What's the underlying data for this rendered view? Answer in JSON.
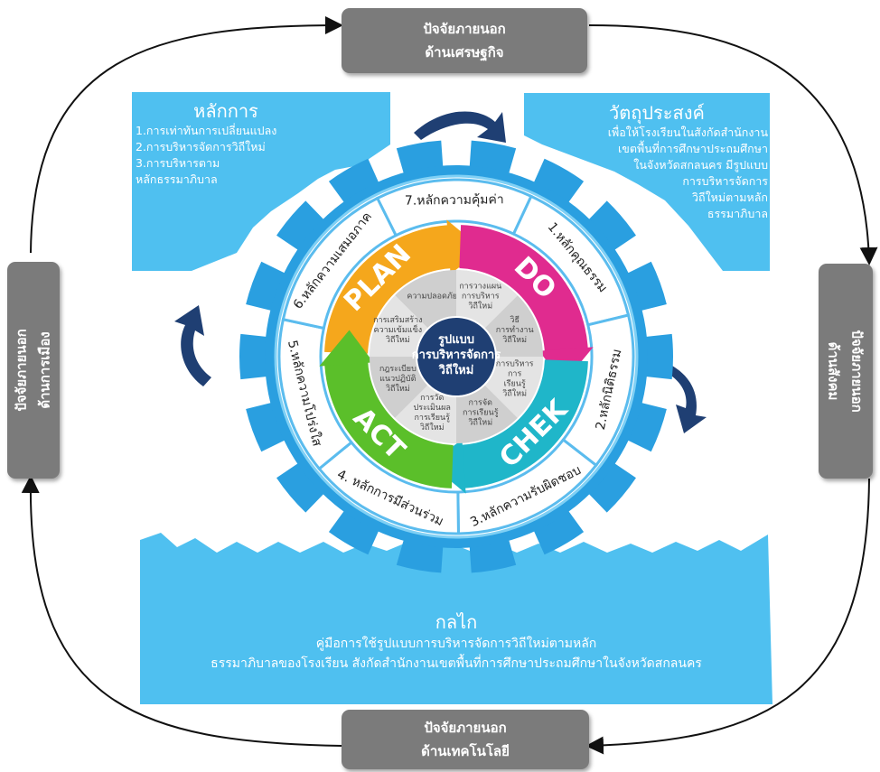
{
  "external_factors": {
    "top": {
      "line1": "ปัจจัยภายนอก",
      "line2": "ด้านเศรษฐกิจ"
    },
    "left": {
      "line1": "ปัจจัยภายนอก",
      "line2": "ด้านการเมือง"
    },
    "right": {
      "line1": "ปัจจัยภายนอก",
      "line2": "ด้านสังคม"
    },
    "bottom": {
      "line1": "ปัจจัยภายนอก",
      "line2": "ด้านเทคโนโลยี"
    }
  },
  "principles": {
    "title": "หลักการ",
    "items": [
      "1.การเท่าทันการเปลี่ยนแปลง",
      "2.การบริหารจัดการวิถีใหม่",
      "3.การบริหารตาม",
      "หลักธรรมาภิบาล"
    ]
  },
  "objective": {
    "title": "วัตถุประสงค์",
    "lines": [
      "เพื่อให้โรงเรียนในสังกัดสำนักงาน",
      "เขตพื้นที่การศึกษาประถมศึกษา",
      "ในจังหวัดสกลนคร มีรูปแบบ",
      "การบริหารจัดการ",
      "วิถีใหม่ตามหลัก",
      "ธรรมาภิบาล"
    ]
  },
  "mechanism": {
    "title": "กลไก",
    "lines": [
      "คู่มือการใช้รูปแบบการบริหารจัดการวิถีใหม่ตามหลัก",
      "ธรรมาภิบาลของโรงเรียน สังกัดสำนักงานเขตพื้นที่การศึกษาประถมศึกษาในจังหวัดสกลนคร"
    ]
  },
  "governance_principles": [
    "1.หลักคุณธรรม",
    "2.หลักนิติธรรม",
    "3.หลักความรับผิดชอบ",
    "4. หลักการมีส่วนร่วม",
    "5.หลักความโปร่งใส",
    "6.หลักความเสมอภาค",
    "7.หลักความคุ้มค่า"
  ],
  "pdca": {
    "plan": "PLAN",
    "do": "DO",
    "check": "CHEK",
    "act": "ACT"
  },
  "inner_sections": {
    "plan_a": "ความปลอดภัย",
    "plan_b": [
      "การวางแผน",
      "การบริหาร",
      "วิถีใหม่"
    ],
    "do_a": [
      "วิธี",
      "การทำงาน",
      "วิถีใหม่"
    ],
    "do_b": [
      "การบริหาร",
      "การ",
      "เรียนรู้",
      "วิถีใหม่"
    ],
    "check_a": [
      "การจัด",
      "การเรียนรู้",
      "วิถีใหม่"
    ],
    "check_b": [
      "การวัด",
      "ประเมินผล",
      "การเรียนรู้",
      "วิถีใหม่"
    ],
    "act_a": [
      "กฎระเบียบ",
      "แนวปฏิบัติ",
      "วิถีใหม่"
    ],
    "act_b": [
      "การเสริมสร้าง",
      "ความเข้มแข็ง",
      "วิถีใหม่"
    ]
  },
  "center": {
    "line1": "รูปแบบ",
    "line2": "การบริหารจัดการ",
    "line3": "วิถีใหม่"
  },
  "colors": {
    "light_blue": "#4fc0f0",
    "gear_blue": "#2a9fe0",
    "navy": "#1f3f73",
    "gray": "#7b7b7b",
    "plan": "#f5a71c",
    "do": "#e02b8f",
    "check": "#1fb6c9",
    "act": "#5bbf2a"
  }
}
